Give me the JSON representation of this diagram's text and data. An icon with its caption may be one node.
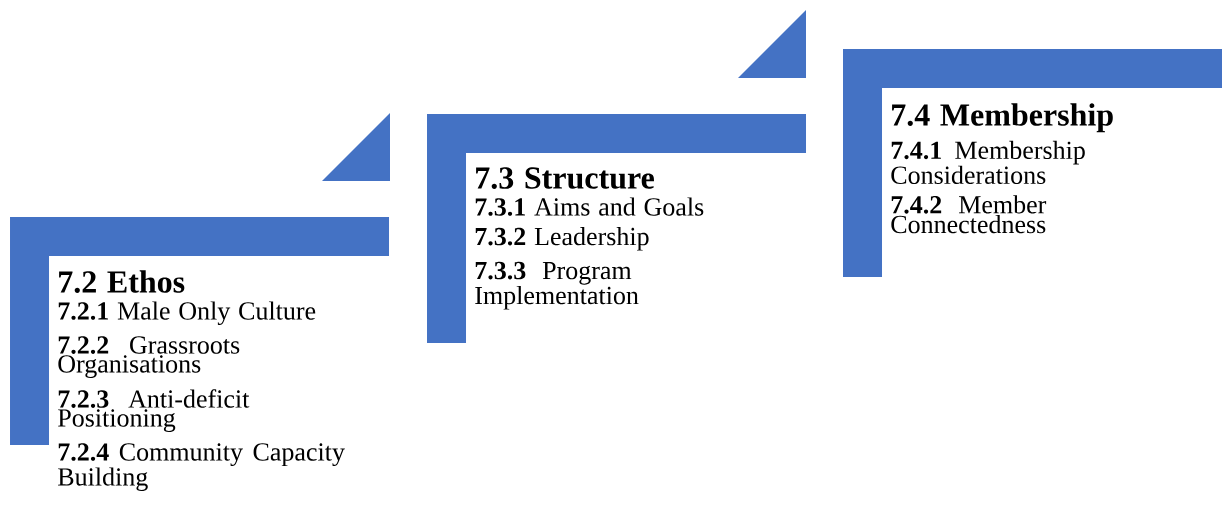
{
  "diagram": {
    "nodes": [
      {
        "text": [
          "7.2 Ethos",
          "**7.2.1** Male Only Culture",
          "**7.2.2** Grassroots Organisations",
          "**7.2.3** Anti-deficit Positioning",
          "**7.2.4** Community Capacity Building"
        ]
      },
      {
        "text": [
          "7.3 Structure",
          "**7.3.1** Aims and Goals",
          "**7.3.2** Leadership",
          "**7.3.3** Program Implementation"
        ]
      },
      {
        "text": [
          "7.4 Membership",
          "**7.4.1** Membership Considerations",
          "**7.4.2** Member Connectedness"
        ]
      }
    ]
  }
}
